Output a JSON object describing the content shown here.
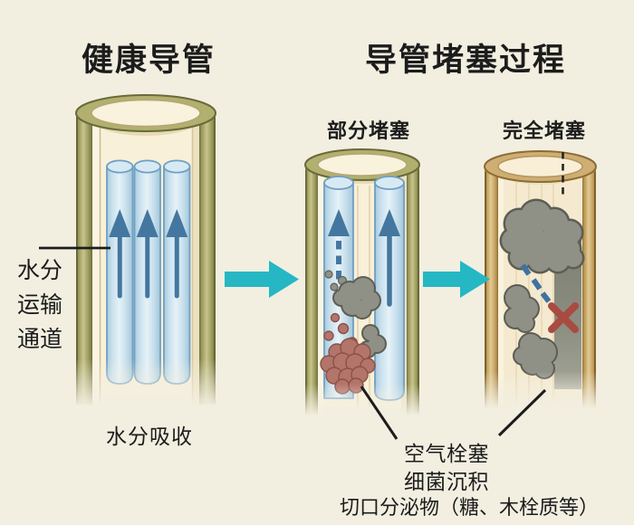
{
  "page": {
    "background": "#f2efe1"
  },
  "colors": {
    "text": "#1c1c1c",
    "healthy_wall_olive": "#a9a763",
    "blocked_wall_tan": "#cfae74",
    "vessel_interior_cream": "#f8f0d8",
    "water_tube_blue": "#cfe4f0",
    "flow_arrow_blue": "#44779f",
    "transition_arrow_teal": "#25b7c4",
    "clump_gray": "#8f9086",
    "bacteria_red": "#b3746a",
    "blocked_x_red": "#a94b41"
  },
  "healthy_section": {
    "title": "健康导管",
    "channel_label_lines": [
      "水分",
      "运输",
      "通道"
    ],
    "absorption_label": "水分吸收"
  },
  "blockage_section": {
    "title": "导管堵塞过程",
    "partial_label": "部分堵塞",
    "complete_label": "完全堵塞",
    "annotation_lines": [
      "空气栓塞",
      "细菌沉积",
      "切口分泌物（糖、木栓质等）"
    ]
  }
}
